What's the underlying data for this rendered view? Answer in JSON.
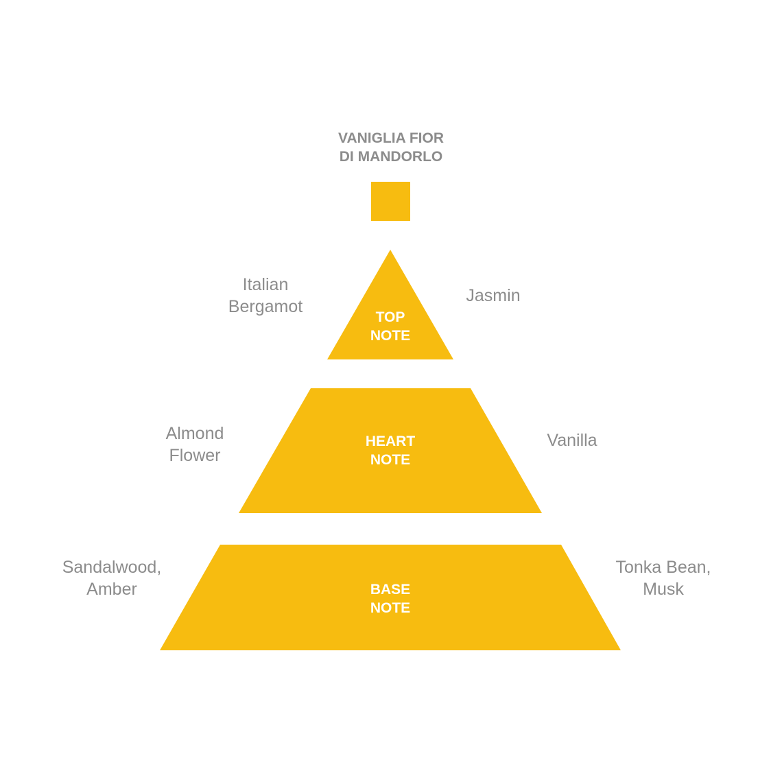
{
  "product": {
    "name_lines": [
      "VANIGLIA FIOR",
      "DI MANDORLO"
    ]
  },
  "colors": {
    "accent": "#F7BC10",
    "text_gray": "#8C8C8C",
    "label_white": "#FFFFFF"
  },
  "tiers": {
    "top": {
      "label_lines": [
        "TOP",
        "NOTE"
      ],
      "left_lines": [
        "Italian",
        "Bergamot"
      ],
      "right_lines": [
        "Jasmin"
      ]
    },
    "heart": {
      "label_lines": [
        "HEART",
        "NOTE"
      ],
      "left_lines": [
        "Almond",
        "Flower"
      ],
      "right_lines": [
        "Vanilla"
      ]
    },
    "base": {
      "label_lines": [
        "BASE",
        "NOTE"
      ],
      "left_lines": [
        "Sandalwood,",
        "Amber"
      ],
      "right_lines": [
        "Tonka Bean,",
        "Musk"
      ]
    }
  }
}
